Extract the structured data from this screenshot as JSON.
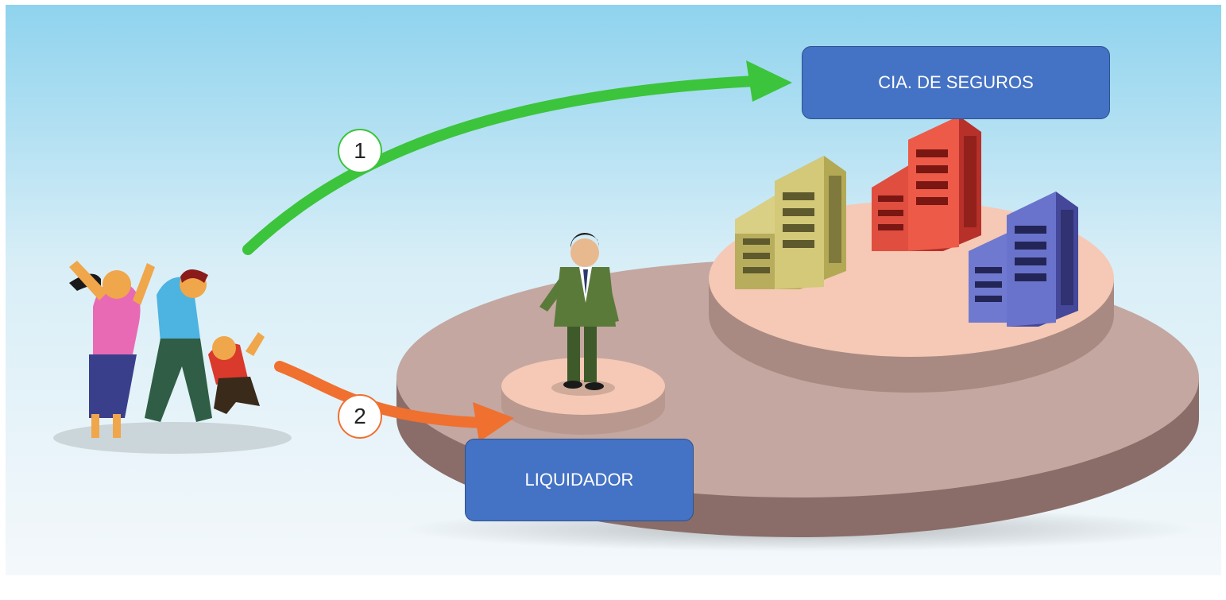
{
  "labels": {
    "insurer": "CIA. DE SEGUROS",
    "adjuster": "LIQUIDADOR"
  },
  "steps": [
    {
      "number": "1",
      "color": "#3cc43c"
    },
    {
      "number": "2",
      "color": "#f07030"
    }
  ],
  "colors": {
    "label_fill": "#4472c4",
    "label_border": "#2f528f",
    "sky_top": "#8fd3ee",
    "sky_bottom": "#f4f8fb",
    "platform": "#c4a7a0",
    "inner_platform": "#f5c9b5",
    "building_yellow": "#c9bf6c",
    "building_red": "#e8473a",
    "building_blue": "#5d68c4"
  }
}
